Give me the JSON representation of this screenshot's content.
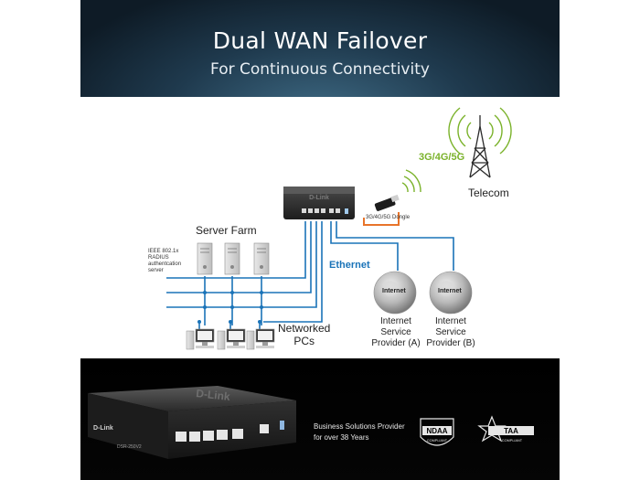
{
  "header": {
    "title": "Dual WAN Failover",
    "subtitle": "For Continuous Connectivity"
  },
  "diagram": {
    "cellular_label": "3G/4G/5G",
    "telecom_label": "Telecom",
    "dongle_label": "3G/4G/5G Dongle",
    "server_farm_label": "Server Farm",
    "radius_lines": [
      "IEEE 802.1x",
      "RADIUS",
      "authentcation",
      "server"
    ],
    "ethernet_label": "Ethernet",
    "globe_label": "Internet",
    "networked_pcs_lines": [
      "Networked",
      "PCs"
    ],
    "isp_a_lines": [
      "Internet",
      "Service",
      "Provider (A)"
    ],
    "isp_b_lines": [
      "Internet",
      "Service",
      "Provider (B)"
    ],
    "device_brand": "D-Link"
  },
  "footer": {
    "tagline_line1": "Business Solutions Provider",
    "tagline_line2": "for over 38 Years",
    "badge_ndaa_main": "NDAA",
    "badge_ndaa_sub": "COMPLIANT",
    "badge_taa_main": "TAA",
    "badge_taa_sub": "COMPLIANT",
    "device_brand": "D-Link",
    "device_model": "DSR-250V2"
  },
  "colors": {
    "ethernet_blue": "#1a73b8",
    "cellular_green": "#7ab22a",
    "dongle_orange": "#e8742a"
  }
}
